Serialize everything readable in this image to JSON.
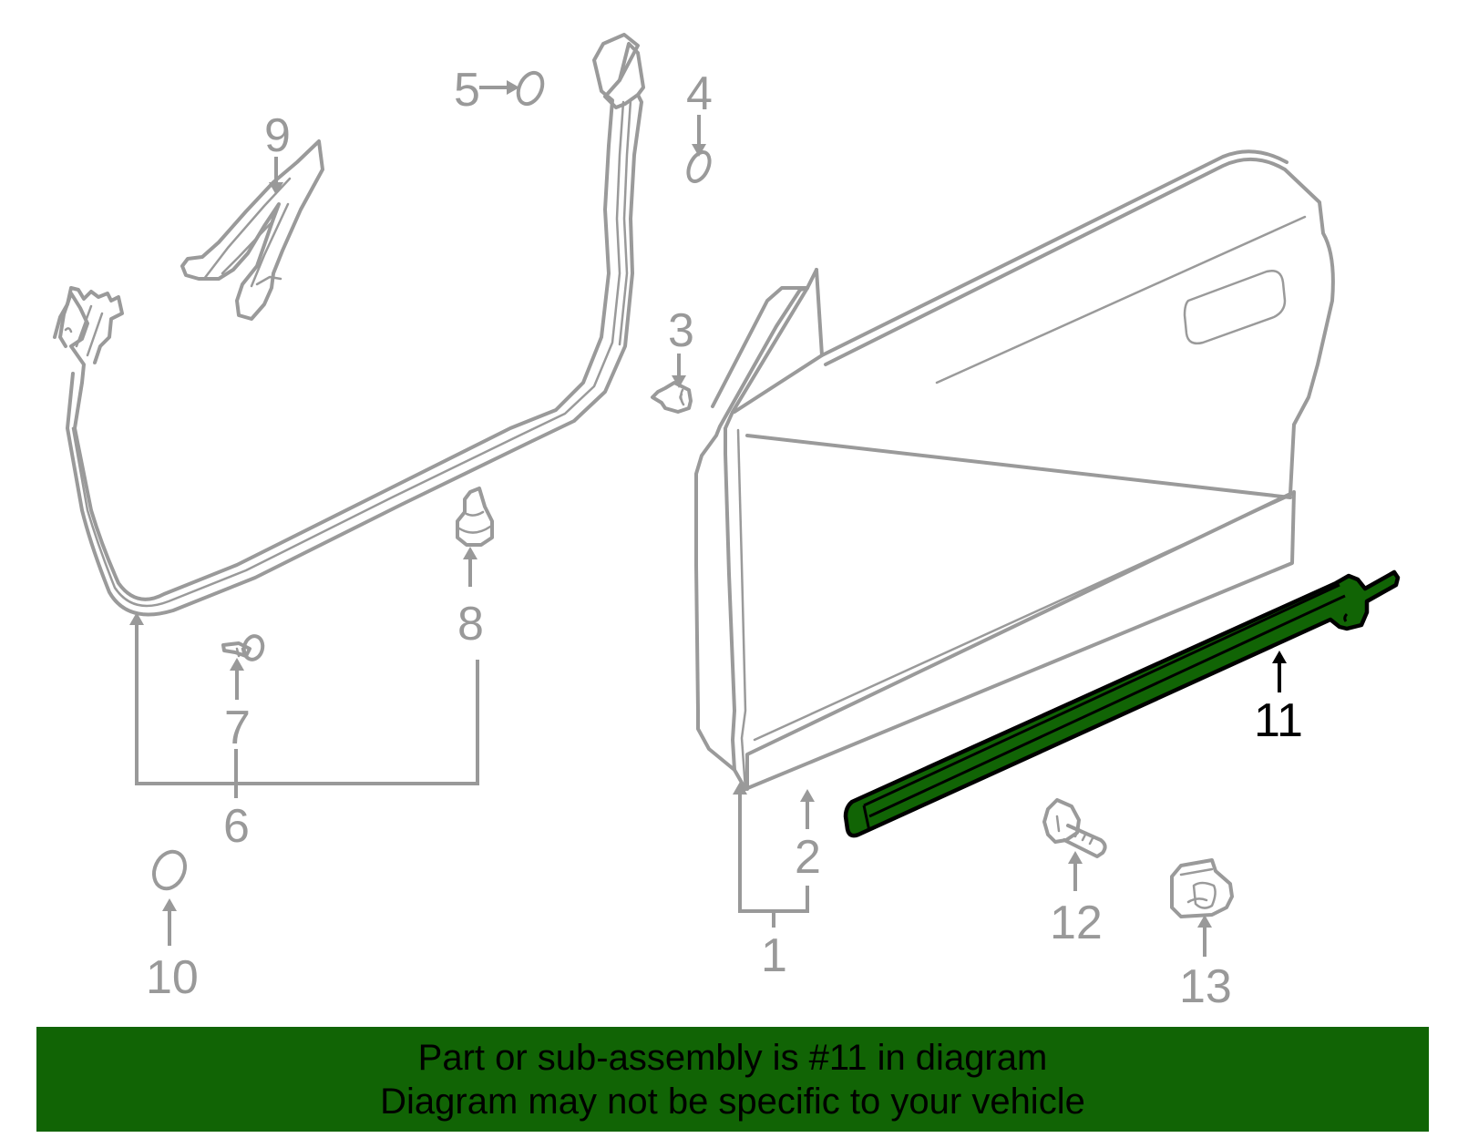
{
  "diagram": {
    "title": "Door components exploded parts diagram",
    "highlight_color": "#116405",
    "line_color": "#999999",
    "highlighted_part": "11",
    "callouts": [
      {
        "id": "1",
        "label": "1"
      },
      {
        "id": "2",
        "label": "2"
      },
      {
        "id": "3",
        "label": "3"
      },
      {
        "id": "4",
        "label": "4"
      },
      {
        "id": "5",
        "label": "5"
      },
      {
        "id": "6",
        "label": "6"
      },
      {
        "id": "7",
        "label": "7"
      },
      {
        "id": "8",
        "label": "8"
      },
      {
        "id": "9",
        "label": "9"
      },
      {
        "id": "10",
        "label": "10"
      },
      {
        "id": "11",
        "label": "11"
      },
      {
        "id": "12",
        "label": "12"
      },
      {
        "id": "13",
        "label": "13"
      }
    ]
  },
  "banner": {
    "line1": "Part or sub-assembly is #11 in diagram",
    "line2": "Diagram may not be specific to your vehicle",
    "background": "#116405"
  }
}
